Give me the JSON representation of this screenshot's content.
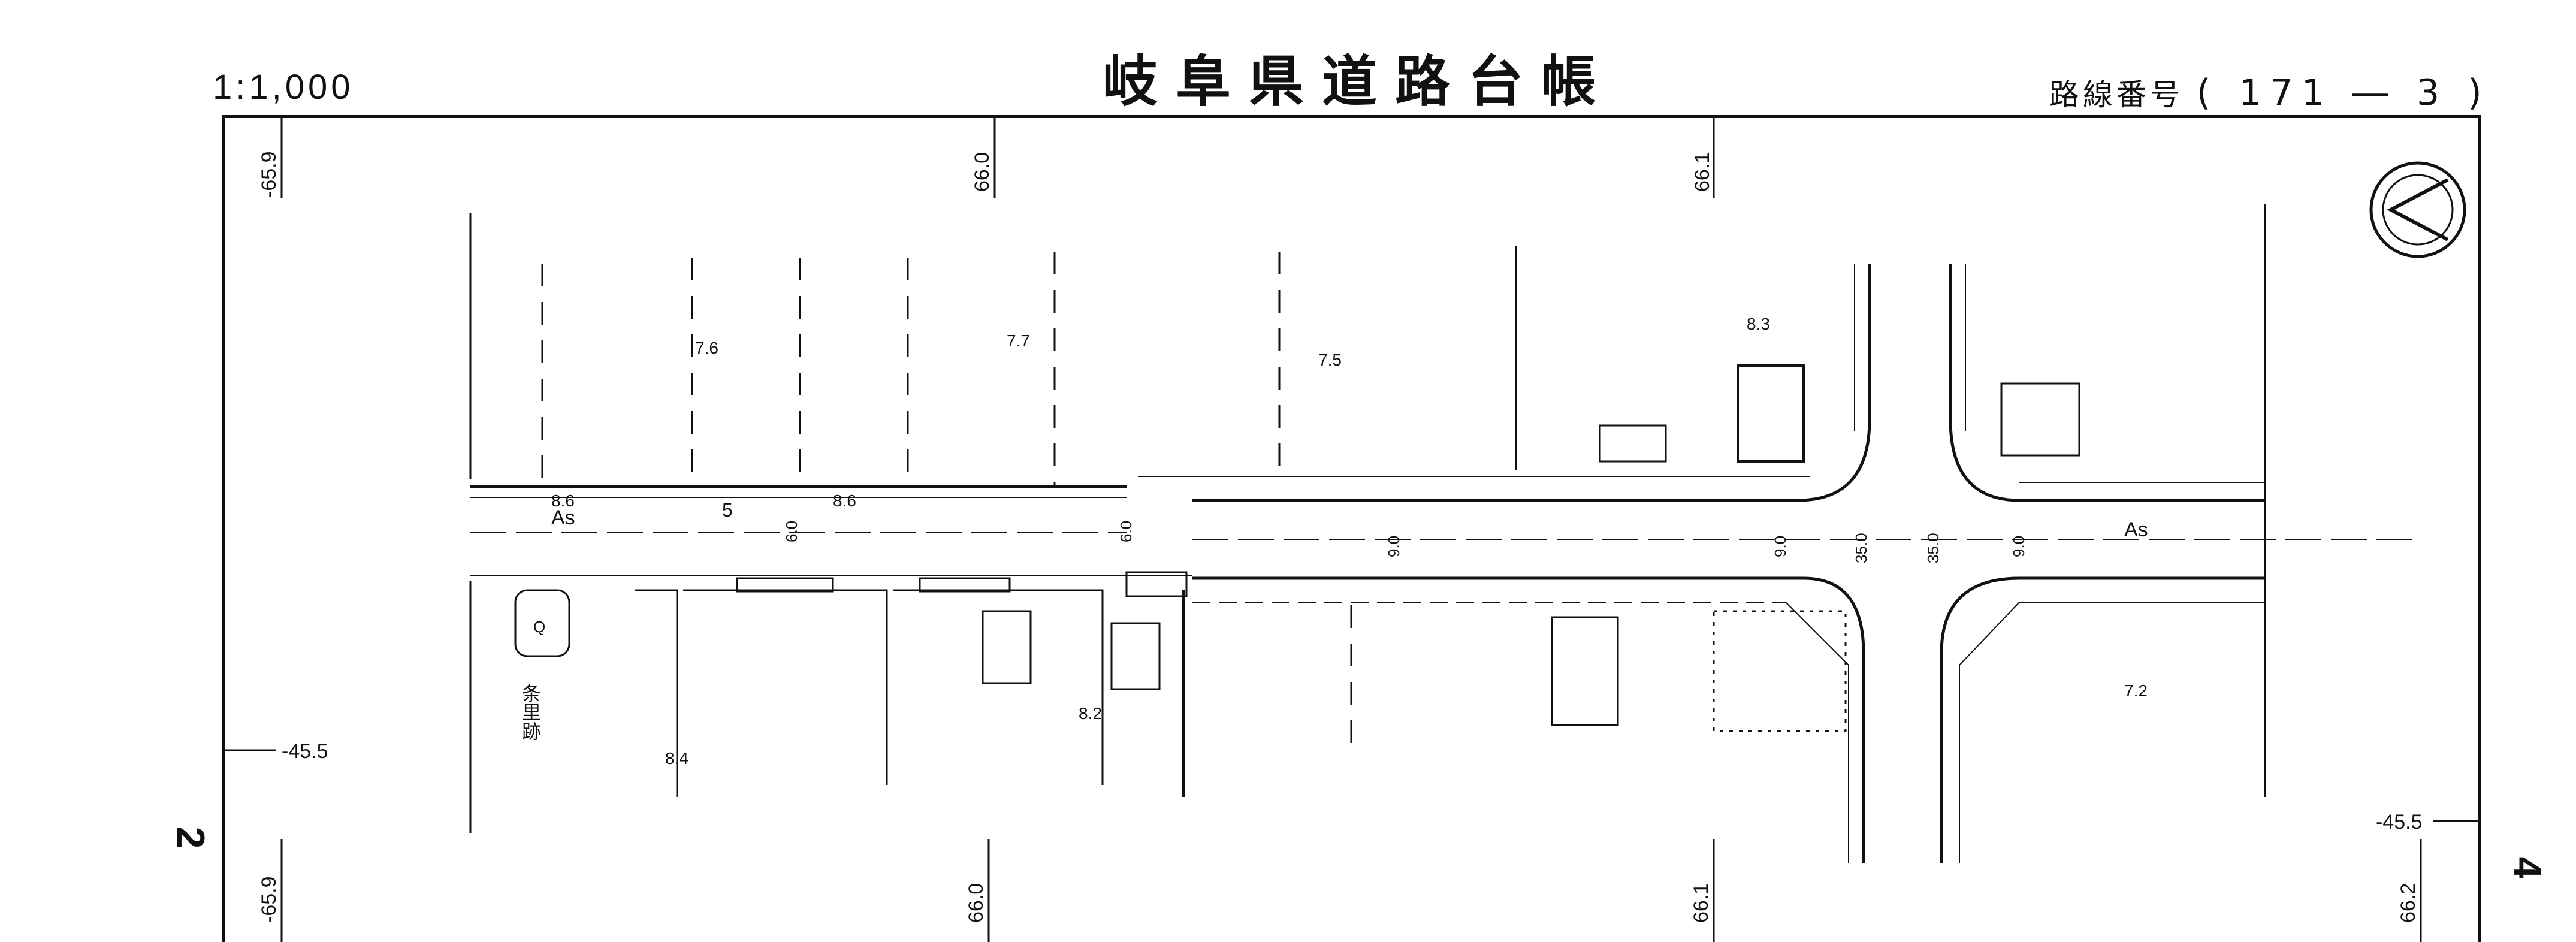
{
  "header": {
    "scale": "1:1,000",
    "title": "岐阜県道路台帳",
    "route_label": "路線番号",
    "route_number": "( 171 ― 3 )"
  },
  "grid": {
    "top_labels": [
      "-65.9",
      "66.0",
      "66.1"
    ],
    "bottom_labels": [
      "-65.9",
      "66.0",
      "66.1",
      "66.2"
    ],
    "left_label": "-45.5",
    "right_label": "-45.5"
  },
  "sheet": {
    "left_number": "2",
    "right_number": "4"
  },
  "map": {
    "surface_labels": [
      "As",
      "As"
    ],
    "width_labels": [
      "8.6",
      "8.6",
      "6.0",
      "6.0",
      "9.0",
      "9.0",
      "35.0",
      "35.0",
      "9.0"
    ],
    "elevations": [
      "7.6",
      "7.7",
      "7.5",
      "8.3",
      "8.4",
      "8.2",
      "7.2"
    ],
    "landmark_label": "条里跡",
    "landmark_marker": "Q",
    "station_number": "5",
    "north_arrow": "north-arrow"
  }
}
